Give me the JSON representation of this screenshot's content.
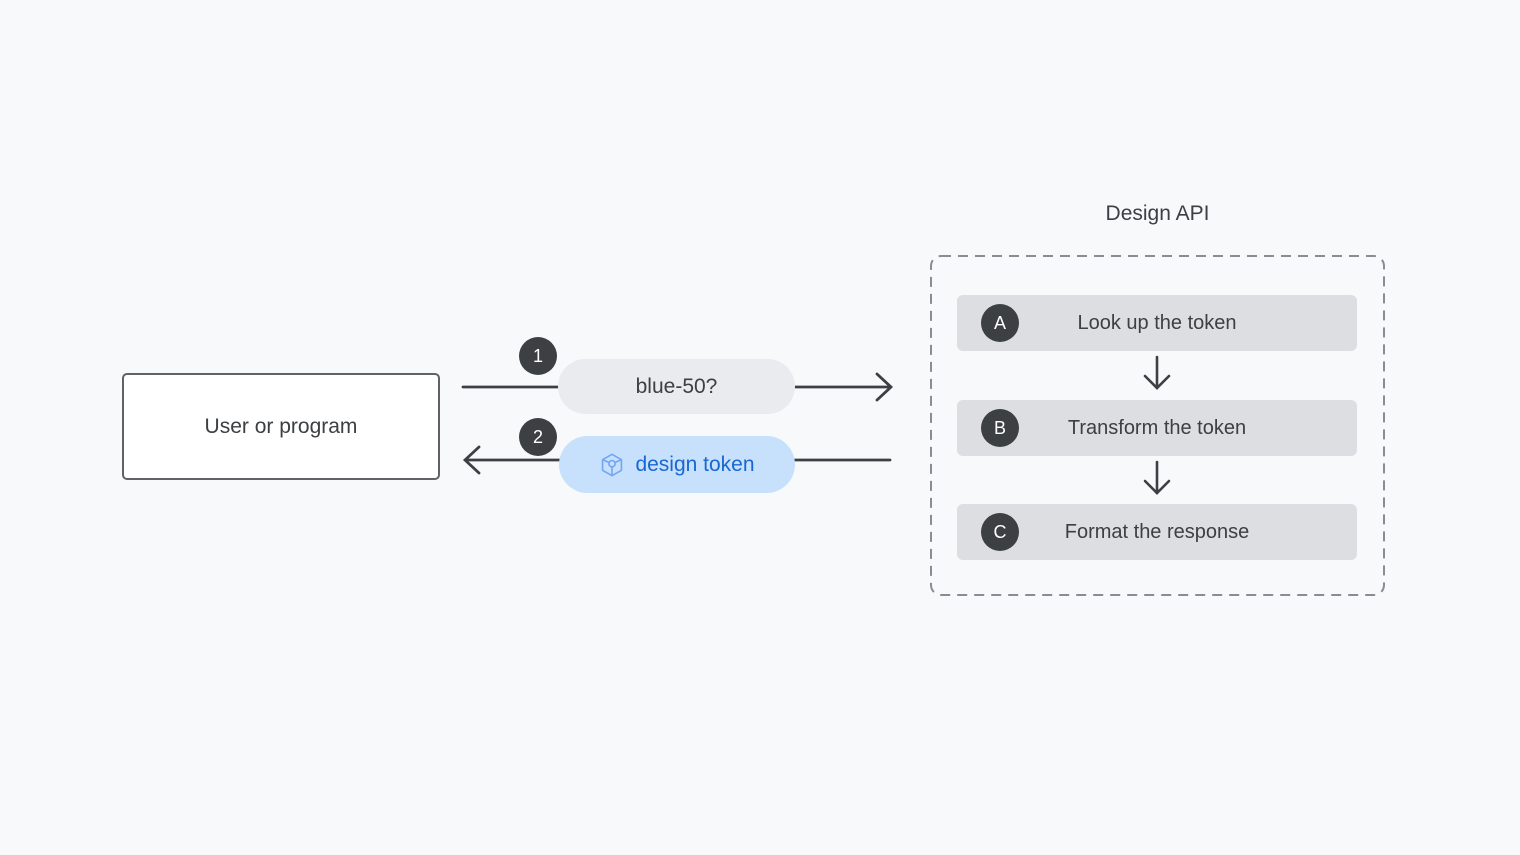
{
  "colors": {
    "page-bg": "#f8f9fa",
    "ink": "#3c4043",
    "border-dark": "#5f6368",
    "node-bg": "#ffffff",
    "badge-bg": "#3c4043",
    "badge-text": "#ffffff",
    "request-pill-bg": "#e9ebee",
    "response-pill-bg": "#c7e0fb",
    "response-text": "#1967d2",
    "token-icon": "#74a6f3",
    "step-row-bg": "#dcdee1",
    "dashed-border": "#878d93"
  },
  "user_node": {
    "label": "User or program"
  },
  "request": {
    "badge": "1",
    "label": "blue-50?"
  },
  "response": {
    "badge": "2",
    "label": "design token",
    "icon": "design-token-cube-icon"
  },
  "api": {
    "title": "Design API",
    "steps": [
      {
        "badge": "A",
        "label": "Look up the token"
      },
      {
        "badge": "B",
        "label": "Transform the token"
      },
      {
        "badge": "C",
        "label": "Format the response"
      }
    ]
  }
}
